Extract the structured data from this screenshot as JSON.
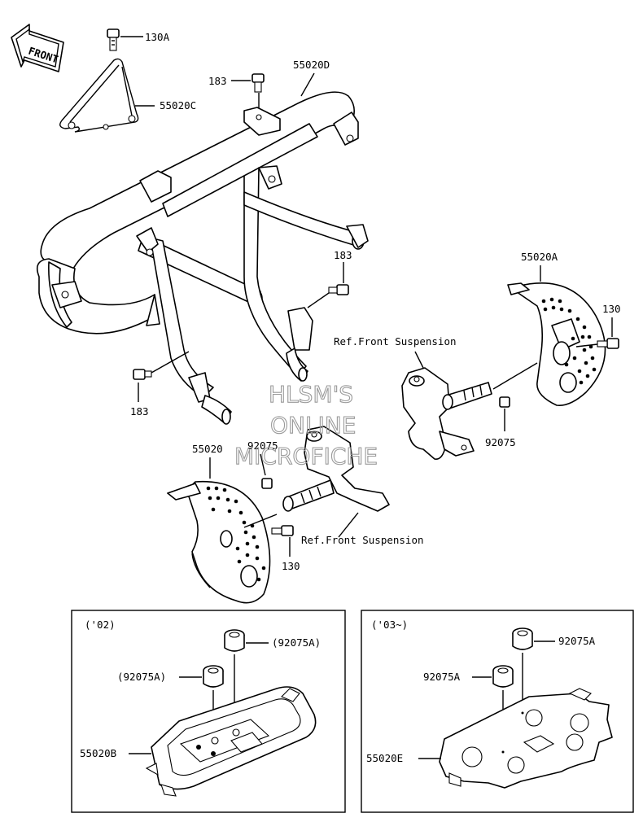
{
  "front_arrow": {
    "text": "FRONT"
  },
  "labels": {
    "l130A": "130A",
    "l55020C": "55020C",
    "l183_top": "183",
    "l55020D": "55020D",
    "l183_mid": "183",
    "l183_left": "183",
    "l55020A": "55020A",
    "l130_right": "130",
    "ref_front_susp_top": "Ref.Front Suspension",
    "l92075_right": "92075",
    "l55020": "55020",
    "l92075_left": "92075",
    "ref_front_susp_bottom": "Ref.Front Suspension",
    "l130_bottom": "130"
  },
  "watermark": [
    "HLSM'S",
    "ONLINE",
    "MICROFICHE"
  ],
  "inset_02": {
    "year": "('02)",
    "l92075A_top": "(92075A)",
    "l92075A_left": "(92075A)",
    "l55020B": "55020B"
  },
  "inset_03": {
    "year": "('03~)",
    "l92075A_top": "92075A",
    "l92075A_left": "92075A",
    "l55020E": "55020E"
  }
}
